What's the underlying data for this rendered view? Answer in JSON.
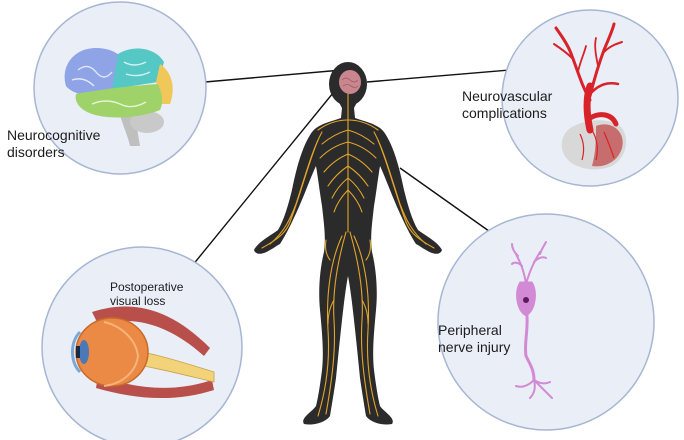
{
  "labels": {
    "neurocognitive": [
      "Neurocognitive",
      "disorders"
    ],
    "neurovascular": [
      "Neurovascular",
      "complications"
    ],
    "postoperative_visual_loss": [
      "Postoperative",
      "visual loss"
    ],
    "peripheral_nerve_injury": [
      "Peripheral",
      "nerve injury"
    ]
  },
  "colors": {
    "circle_fill": "#e9eef7",
    "circle_stroke": "#a6b6d3",
    "body": "#2b2b2b",
    "nerves": "#e2a52a",
    "brain": "#c9868f",
    "artery": "#d8232a",
    "neuron": "#d38ad5"
  },
  "icons": [
    "brain-icon",
    "heart-vessels-icon",
    "eye-icon",
    "neuron-icon",
    "human-body-icon"
  ]
}
